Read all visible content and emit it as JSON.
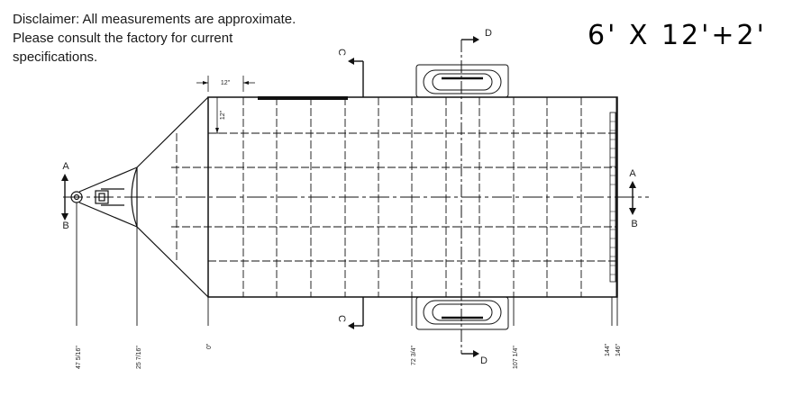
{
  "disclaimer": {
    "line1": "Disclaimer: All measurements are approximate.",
    "line2": "Please consult the factory for current",
    "line3": "specifications."
  },
  "title": "6' X 12'+2'",
  "section_markers": {
    "a": "A",
    "b": "B",
    "c": "C",
    "d": "D"
  },
  "grid_dimensions": {
    "horizontal": "12\"",
    "vertical": "12\""
  },
  "bottom_dimensions": [
    "47 5/16\"",
    "25 7/16\"",
    "0\"",
    "72 3/4\"",
    "107 1/4\"",
    "144\"",
    "146\""
  ]
}
